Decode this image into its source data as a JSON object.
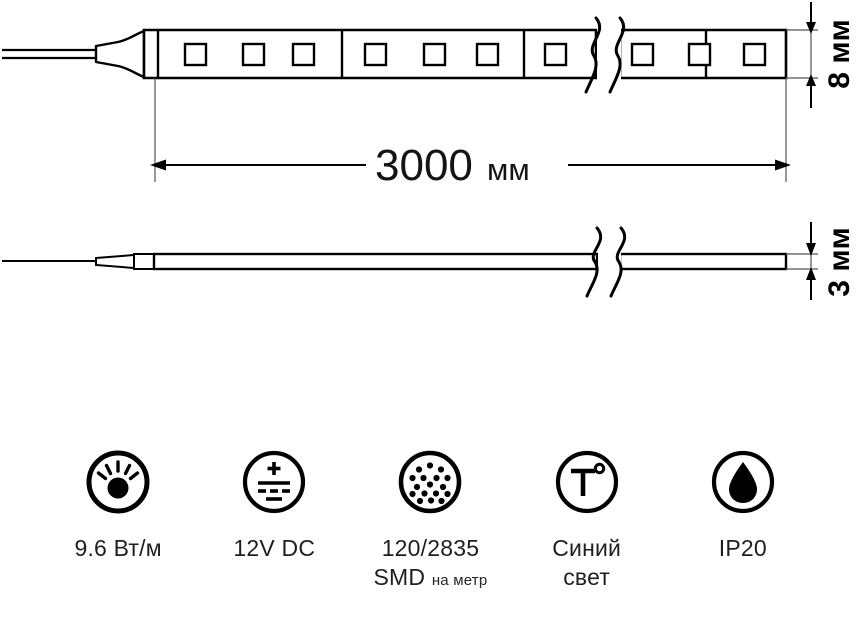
{
  "diagram": {
    "title": "LED strip technical drawing",
    "top_view": {
      "name": "led-strip-top-view",
      "width_dimension": {
        "value": "8",
        "unit": "мм",
        "full": "8 мм",
        "orientation": "vertical"
      },
      "length_dimension": {
        "value": "3000",
        "unit": "мм",
        "full": "3000 мм"
      },
      "led_count_visible": 10,
      "segments_visible": 3,
      "break_symbol": true
    },
    "side_view": {
      "name": "led-strip-side-view",
      "thickness_dimension": {
        "value": "3",
        "unit": "мм",
        "full": "3 мм",
        "orientation": "vertical"
      },
      "break_symbol": true
    },
    "colors": {
      "line": "#000000",
      "fill": "#ffffff",
      "text": "#1a1a1a"
    }
  },
  "specs": [
    {
      "icon": "lamp-rays-icon",
      "label_line1": "9.6 Вт/м",
      "label_line2": "",
      "label_small": ""
    },
    {
      "icon": "dc-voltage-icon",
      "label_line1": "12V DC",
      "label_line2": "",
      "label_small": ""
    },
    {
      "icon": "led-density-dots-icon",
      "label_line1": "120/2835",
      "label_line2": "SMD",
      "label_small": "на метр"
    },
    {
      "icon": "color-temperature-icon",
      "label_line1": "Синий",
      "label_line2": "свет",
      "label_small": ""
    },
    {
      "icon": "water-drop-icon",
      "label_line1": "IP20",
      "label_line2": "",
      "label_small": ""
    }
  ]
}
